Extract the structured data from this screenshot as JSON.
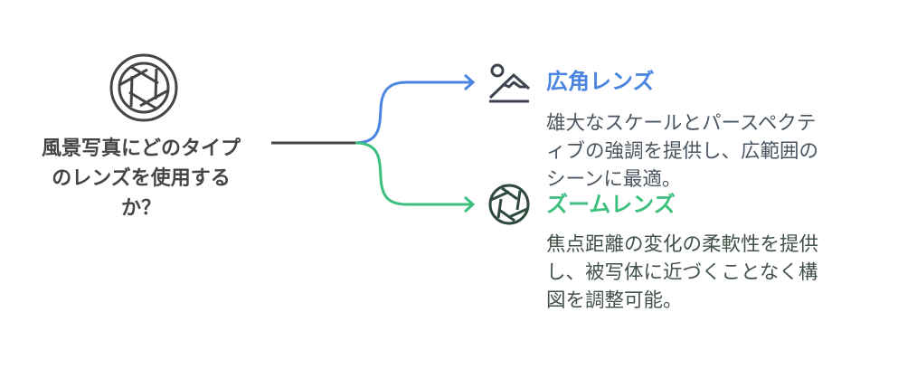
{
  "question": {
    "lines": [
      "風景写真にどのタイプ",
      "のレンズを使用する",
      "か？"
    ],
    "icon": "camera-aperture-icon"
  },
  "colors": {
    "blue": "#4a86e0",
    "green": "#3dbf7e",
    "dark": "#454545"
  },
  "branches": [
    {
      "title": "広角レンズ",
      "icon": "landscape-mountain-icon",
      "color": "#4a86e0",
      "description_lines": [
        "雄大なスケールとパースペクテ",
        "ィブの強調を提供し、広範囲の",
        "シーンに最適。"
      ]
    },
    {
      "title": "ズームレンズ",
      "icon": "camera-aperture-icon",
      "color": "#3dbf7e",
      "description_lines": [
        "焦点距離の変化の柔軟性を提供",
        "し、被写体に近づくことなく構",
        "図を調整可能。"
      ]
    }
  ]
}
